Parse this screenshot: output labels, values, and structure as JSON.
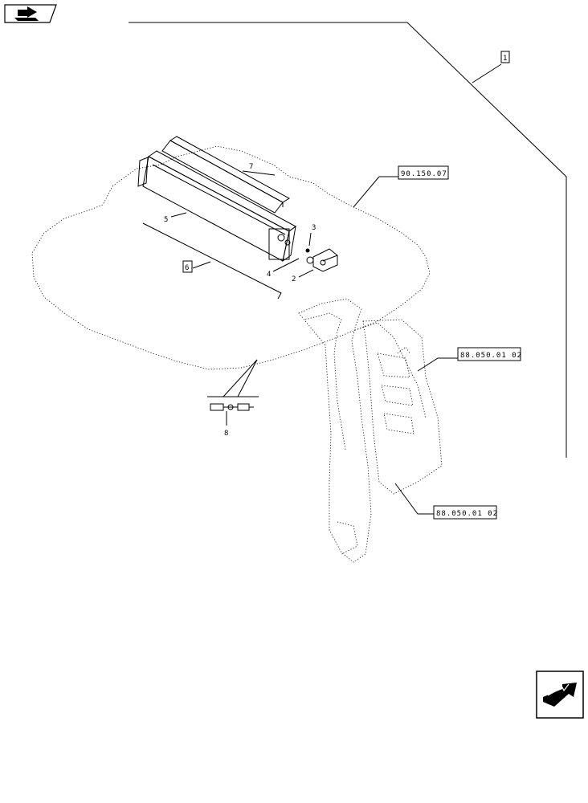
{
  "callouts": {
    "c1": "1",
    "c2": "2",
    "c3": "3",
    "c4": "4",
    "c5": "5",
    "c6": "6",
    "c7": "7",
    "c8": "8"
  },
  "refs": {
    "r1": "90.150.07",
    "r2": "88.050.01 02",
    "r3": "88.050.01 02"
  },
  "icons": {
    "top_left": "page-back-arrow-icon",
    "bottom_right": "page-forward-arrow-icon"
  },
  "colors": {
    "line": "#000000",
    "background": "#ffffff"
  }
}
